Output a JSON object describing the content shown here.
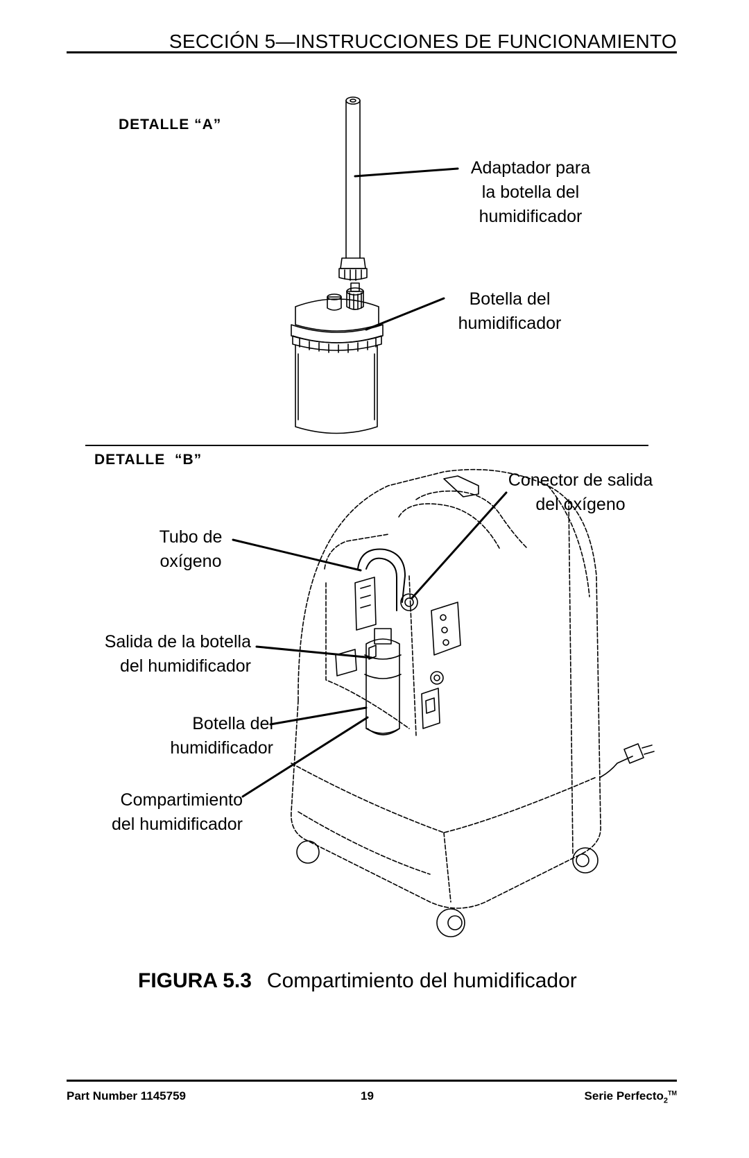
{
  "header": {
    "section_title": "SECCIÓN 5—INSTRUCCIONES DE FUNCIONAMIENTO"
  },
  "detail_a": {
    "heading": "DETALLE “A”",
    "adapter_label": [
      "Adaptador para",
      "la botella del",
      "humidificador"
    ],
    "bottle_label": [
      "Botella del",
      "humidificador"
    ]
  },
  "detail_b": {
    "heading": "DETALLE  “B”",
    "outlet_label": [
      "Conector de salida",
      "del oxígeno"
    ],
    "tube_label": [
      "Tubo de",
      "oxígeno"
    ],
    "bottle_outlet_label": [
      "Salida de la botella",
      "del humidificador"
    ],
    "bottle_label": [
      "Botella del",
      "humidificador"
    ],
    "compartment_label": [
      "Compartimiento",
      "del humidificador"
    ]
  },
  "figure": {
    "number": "FIGURA 5.3",
    "caption": "Compartimiento del humidificador"
  },
  "footer": {
    "part_number": "Part Number 1145759",
    "page_number": "19",
    "series_name": "Serie Perfecto",
    "series_subscript": "2",
    "trademark": "TM"
  }
}
